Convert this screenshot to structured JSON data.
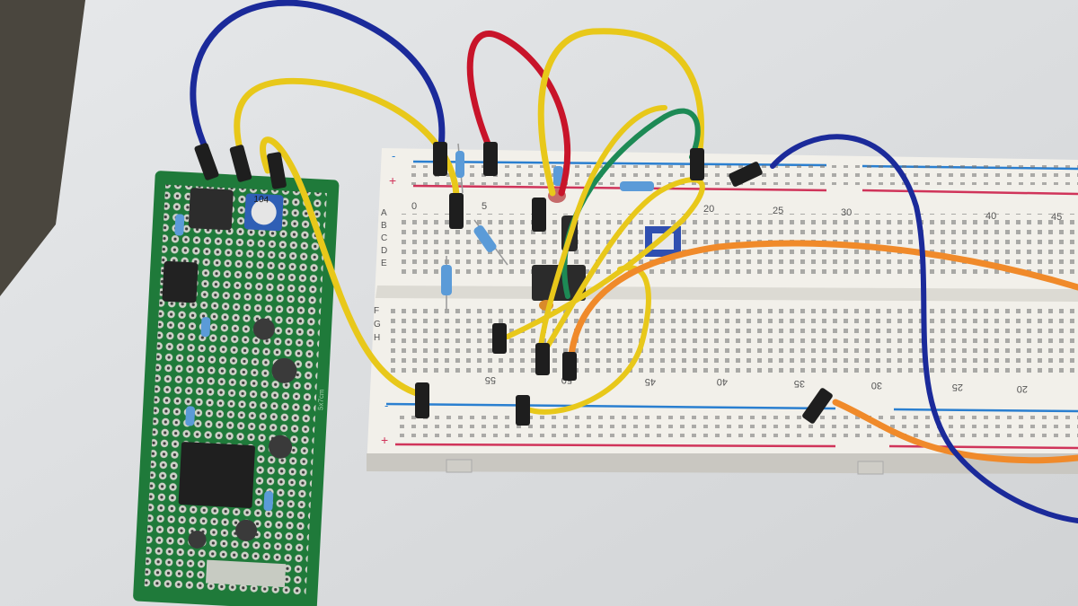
{
  "photo": {
    "board_top_numbers": [
      "0",
      "5",
      "20",
      "25",
      "30",
      "40",
      "45"
    ],
    "board_bottom_numbers": [
      "55",
      "50",
      "45",
      "40",
      "35",
      "30",
      "25",
      "20"
    ],
    "row_letters_top": [
      "A",
      "B",
      "C",
      "D",
      "E"
    ],
    "row_letters_bottom": [
      "F",
      "G",
      "H"
    ],
    "rail_minus": "-",
    "rail_plus": "+",
    "pot_label": "104",
    "pcb_label": "5x7cm",
    "colors": {
      "background": "#dcdee0",
      "breadboard": "#eceae4",
      "pcb": "#1f7a3a",
      "wire_blue": "#1b2a9a",
      "wire_yellow": "#e8c81a",
      "wire_red": "#c8142a",
      "wire_green": "#1d8a55",
      "wire_orange": "#f08a2a",
      "rail_blue": "#2a7fd0",
      "rail_red": "#d0345a"
    }
  }
}
